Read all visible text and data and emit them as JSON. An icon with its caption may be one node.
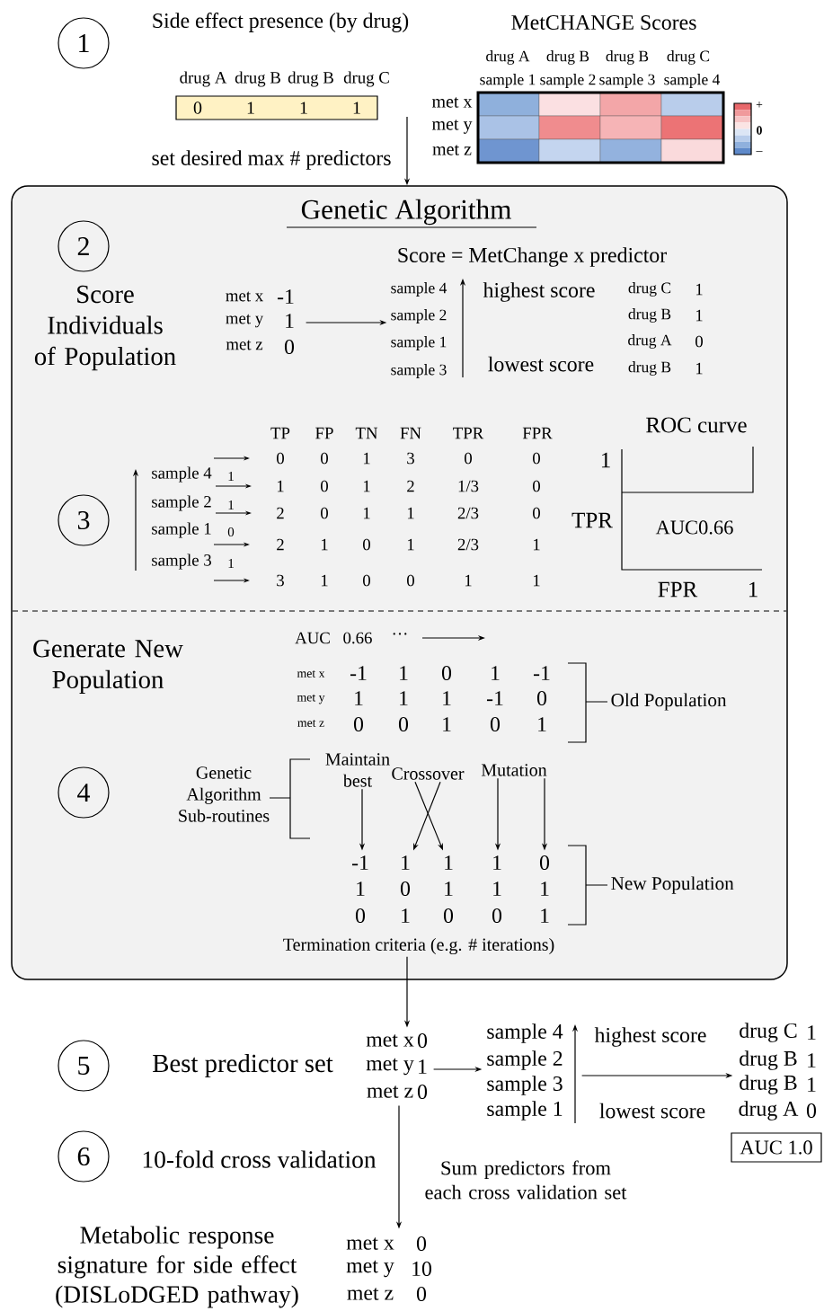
{
  "diagram": {
    "nodes": [
      {
        "text": [
          "1"
        ]
      },
      {
        "text": [
          "0",
          "1",
          "1",
          "1"
        ]
      },
      {
        "text": [
          "Genetic Algorithm"
        ]
      },
      {
        "text": [
          "2"
        ],
        "in": 2
      },
      {
        "text": [
          "met x",
          "-1",
          "met y",
          "1",
          "met z",
          "0"
        ],
        "in": 2
      },
      {
        "text": [
          "sample 4",
          "sample 2",
          "sample 1",
          "sample 3"
        ],
        "in": 2
      },
      {
        "text": [
          "3"
        ],
        "in": 2
      },
      {
        "text": [
          "4"
        ],
        "in": 2
      },
      {
        "text": [
          "Maintain best"
        ],
        "in": 2
      },
      {
        "text": [
          "Crossover"
        ],
        "in": 2
      },
      {
        "text": [
          "Mutation"
        ],
        "in": 2
      },
      {
        "text": [
          "-1",
          "1",
          "1",
          "1",
          "0",
          "1",
          "0",
          "1",
          "1",
          "1",
          "0",
          "1",
          "0",
          "0",
          "1"
        ],
        "in": 2
      },
      {
        "text": [
          "Termination criteria (e.g. # iterations)"
        ],
        "in": 2
      },
      {
        "text": [
          "5"
        ]
      },
      {
        "text": [
          "met x",
          "0",
          "met y",
          "1",
          "met z",
          "0"
        ]
      },
      {
        "text": [
          "sample 4",
          "sample 2",
          "sample 3",
          "sample 1"
        ]
      },
      {
        "text": [
          "drug C",
          "1",
          "drug B",
          "1",
          "drug B",
          "1",
          "drug A",
          "0"
        ]
      },
      {
        "text": [
          "AUC 1.0"
        ]
      },
      {
        "text": [
          "6"
        ]
      },
      {
        "text": [
          "met x",
          "0",
          "met y",
          "10",
          "met z",
          "0"
        ]
      }
    ],
    "edges": [
      {
        "from": null,
        "to": 2,
        "arrow": "to"
      },
      {
        "from": 4,
        "to": 5,
        "arrow": "to"
      },
      {
        "from": 8,
        "to": 11,
        "arrow": "to"
      },
      {
        "from": 9,
        "to": 11,
        "arrow": "to"
      },
      {
        "from": 9,
        "to": 11,
        "arrow": "to"
      },
      {
        "from": 10,
        "to": 11,
        "arrow": "to"
      },
      {
        "from": 10,
        "to": 11,
        "arrow": "to"
      },
      {
        "from": 12,
        "to": 14,
        "arrow": "to"
      },
      {
        "from": 14,
        "to": 15,
        "arrow": "to"
      },
      {
        "from": 15,
        "to": 16,
        "arrow": "to"
      },
      {
        "from": 14,
        "to": 19,
        "arrow": "to",
        "label": "Sum predictors from each cross validation set"
      }
    ],
    "labels": [
      "Side effect presence (by drug)",
      "MetCHANGE Scores",
      "drug A",
      "drug B",
      "drug B",
      "drug C",
      "drug A",
      "drug B",
      "drug B",
      "drug C",
      "sample 1",
      "sample 2",
      "sample 3",
      "sample 4",
      "met x",
      "met y",
      "met z",
      "+",
      "0",
      "–",
      "set desired max # predictors",
      "Score = MetChange x predictor",
      "highest score",
      "lowest score",
      "drug C",
      "1",
      "drug B",
      "1",
      "drug A",
      "0",
      "drug B",
      "1",
      "Score Individuals of Population",
      "TP",
      "FP",
      "TN",
      "FN",
      "TPR",
      "FPR",
      "0",
      "0",
      "1",
      "3",
      "0",
      "0",
      "1",
      "0",
      "1",
      "2",
      "1/3",
      "0",
      "2",
      "0",
      "1",
      "1",
      "2/3",
      "0",
      "2",
      "1",
      "0",
      "1",
      "2/3",
      "1",
      "3",
      "1",
      "0",
      "0",
      "1",
      "1",
      "sample 4",
      "1",
      "sample 2",
      "1",
      "sample 1",
      "0",
      "sample 3",
      "1",
      "ROC curve",
      "1",
      "TPR",
      "AUC0.66",
      "FPR",
      "1",
      "Generate New Population",
      "AUC",
      "0.66",
      "···",
      "met x",
      "met y",
      "met z",
      "-1",
      "1",
      "0",
      "1",
      "-1",
      "1",
      "1",
      "1",
      "-1",
      "0",
      "0",
      "0",
      "1",
      "0",
      "1",
      "Old Population",
      "Genetic Algorithm Sub-routines",
      "New Population",
      "Best predictor set",
      "highest score",
      "lowest score",
      "10-fold cross validation",
      "Metabolic response signature for side effect (DISLoDGED pathway)"
    ]
  }
}
